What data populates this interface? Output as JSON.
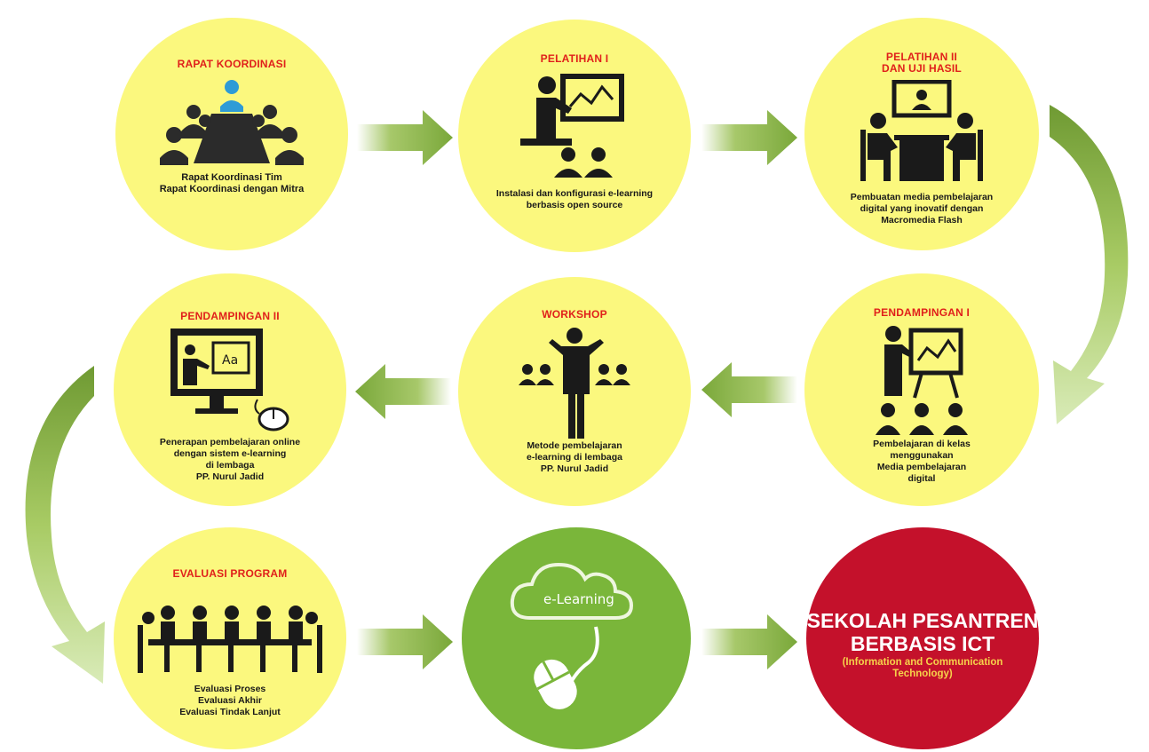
{
  "colors": {
    "circle_yellow": "#fbf87e",
    "title_red": "#e0201b",
    "arrow_green": "#8db84a",
    "elearning_green": "#7ab63a",
    "final_red": "#c4112b",
    "final_sub_yellow": "#f6d24a"
  },
  "steps": [
    {
      "title": "RAPAT KOORDINASI",
      "icon": "meeting-table-icon",
      "desc": [
        "Rapat Koordinasi Tim",
        "Rapat Koordinasi dengan Mitra"
      ]
    },
    {
      "title": "PELATIHAN I",
      "icon": "presenter-board-icon",
      "desc": [
        "Instalasi dan konfigurasi e-learning",
        "berbasis open source"
      ]
    },
    {
      "title_lines": [
        "PELATIHAN II",
        "DAN UJI HASIL"
      ],
      "icon": "video-conference-icon",
      "desc": [
        "Pembuatan media pembelajaran",
        "digital yang inovatif dengan",
        "Macromedia Flash"
      ]
    },
    {
      "title": "PENDAMPINGAN I",
      "icon": "classroom-presentation-icon",
      "desc": [
        "Pembelajaran di kelas",
        "menggunakan",
        "Media pembelajaran",
        "digital"
      ]
    },
    {
      "title": "WORKSHOP",
      "icon": "workshop-speaker-icon",
      "desc": [
        "Metode pembelajaran",
        "e-learning di lembaga",
        "PP. Nurul Jadid"
      ]
    },
    {
      "title": "PENDAMPINGAN II",
      "icon": "online-monitor-icon",
      "desc": [
        "Penerapan pembelajaran online",
        "dengan sistem e-learning",
        "di lembaga",
        "PP. Nurul Jadid"
      ]
    },
    {
      "title": "EVALUASI PROGRAM",
      "icon": "evaluation-table-icon",
      "desc": [
        "Evaluasi Proses",
        "Evaluasi Akhir",
        "Evaluasi Tindak Lanjut"
      ]
    }
  ],
  "elearning": {
    "label": "e-Learning",
    "icon": "cloud-mouse-icon"
  },
  "final": {
    "title_lines": [
      "SEKOLAH PESANTREN",
      "BERBASIS ICT"
    ],
    "sub_lines": [
      "(Information and Communication",
      "Technology)"
    ]
  }
}
